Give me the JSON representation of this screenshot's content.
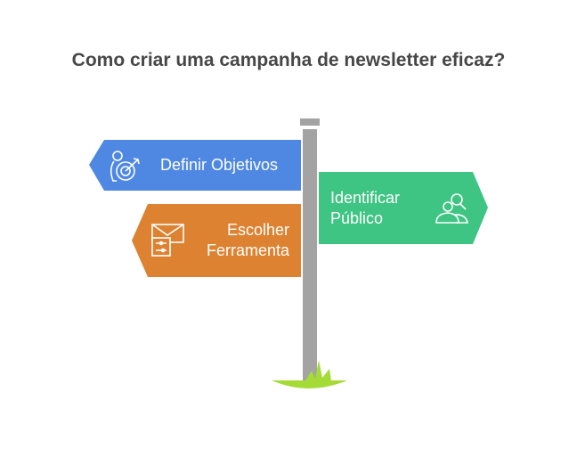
{
  "title": "Como criar uma campanha de newsletter eficaz?",
  "colors": {
    "blue": "#4F88E3",
    "green": "#3EC483",
    "orange": "#DD8230",
    "pole": "#A3A3A3",
    "grass": "#A5DB37"
  },
  "signs": [
    {
      "label": "Definir Objetivos",
      "icon": "person-target-icon"
    },
    {
      "label": "Identificar Público",
      "icon": "people-search-icon"
    },
    {
      "label": "Escolher Ferramenta",
      "icon": "mail-settings-icon"
    }
  ]
}
